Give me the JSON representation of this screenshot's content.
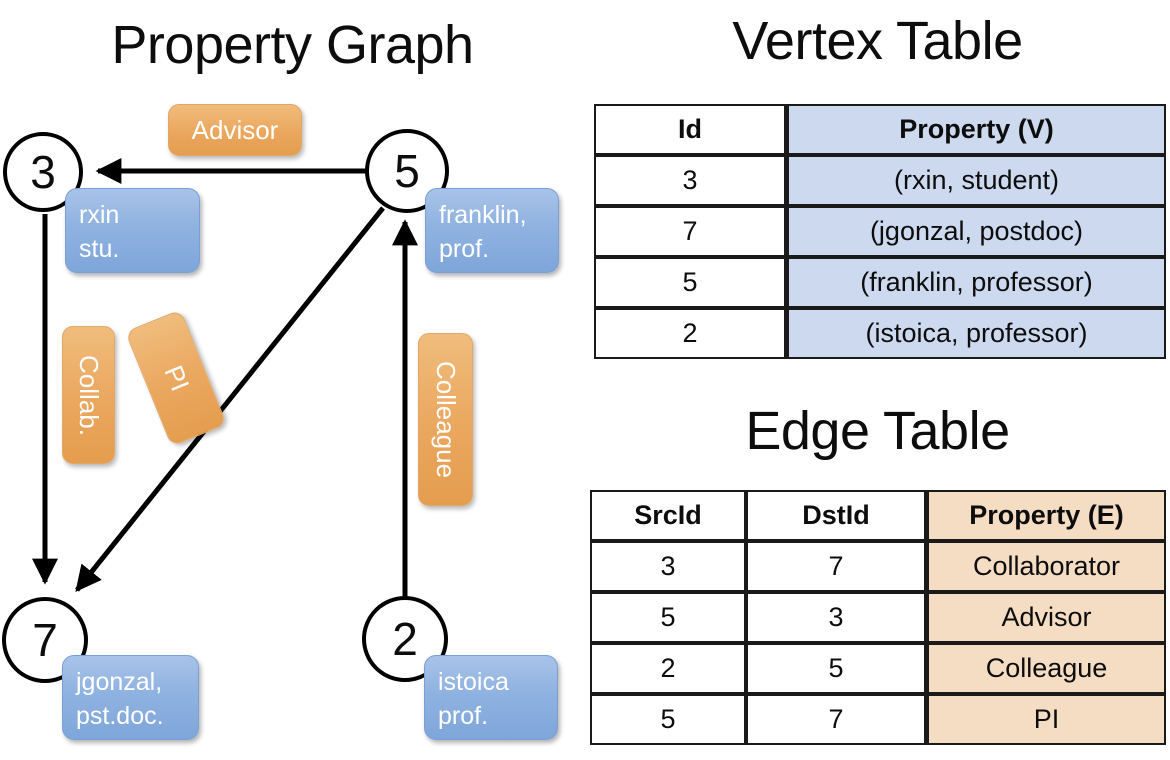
{
  "titles": {
    "graph": "Property Graph",
    "vertex_table": "Vertex Table",
    "edge_table": "Edge Table"
  },
  "colors": {
    "vertex_property_fill": "#ccd9ef",
    "edge_property_fill": "#f5ddc4",
    "node_callout_blue": "#8fb2e0",
    "edge_callout_orange": "#eaa75e",
    "stroke": "#000000",
    "background": "#ffffff"
  },
  "graph": {
    "vertices": [
      {
        "id": "3",
        "property_line1": "rxin",
        "property_line2": "stu."
      },
      {
        "id": "5",
        "property_line1": "franklin,",
        "property_line2": "prof."
      },
      {
        "id": "7",
        "property_line1": "jgonzal,",
        "property_line2": "pst.doc."
      },
      {
        "id": "2",
        "property_line1": "istoica",
        "property_line2": "prof."
      }
    ],
    "edge_labels": [
      {
        "label": "Advisor",
        "orientation": "horizontal"
      },
      {
        "label": "Collab.",
        "orientation": "vertical"
      },
      {
        "label": "PI",
        "orientation": "rotated"
      },
      {
        "label": "Colleague",
        "orientation": "vertical"
      }
    ],
    "edges": [
      {
        "src": "5",
        "dst": "3",
        "label": "Advisor"
      },
      {
        "src": "3",
        "dst": "7",
        "label": "Collab."
      },
      {
        "src": "5",
        "dst": "7",
        "label": "PI"
      },
      {
        "src": "2",
        "dst": "5",
        "label": "Colleague"
      }
    ]
  },
  "vertex_table": {
    "columns": [
      "Id",
      "Property (V)"
    ],
    "rows": [
      {
        "id": "3",
        "property": "(rxin, student)"
      },
      {
        "id": "7",
        "property": "(jgonzal, postdoc)"
      },
      {
        "id": "5",
        "property": "(franklin, professor)"
      },
      {
        "id": "2",
        "property": "(istoica, professor)"
      }
    ]
  },
  "edge_table": {
    "columns": [
      "SrcId",
      "DstId",
      "Property (E)"
    ],
    "rows": [
      {
        "src": "3",
        "dst": "7",
        "property": "Collaborator"
      },
      {
        "src": "5",
        "dst": "3",
        "property": "Advisor"
      },
      {
        "src": "2",
        "dst": "5",
        "property": "Colleague"
      },
      {
        "src": "5",
        "dst": "7",
        "property": "PI"
      }
    ]
  }
}
